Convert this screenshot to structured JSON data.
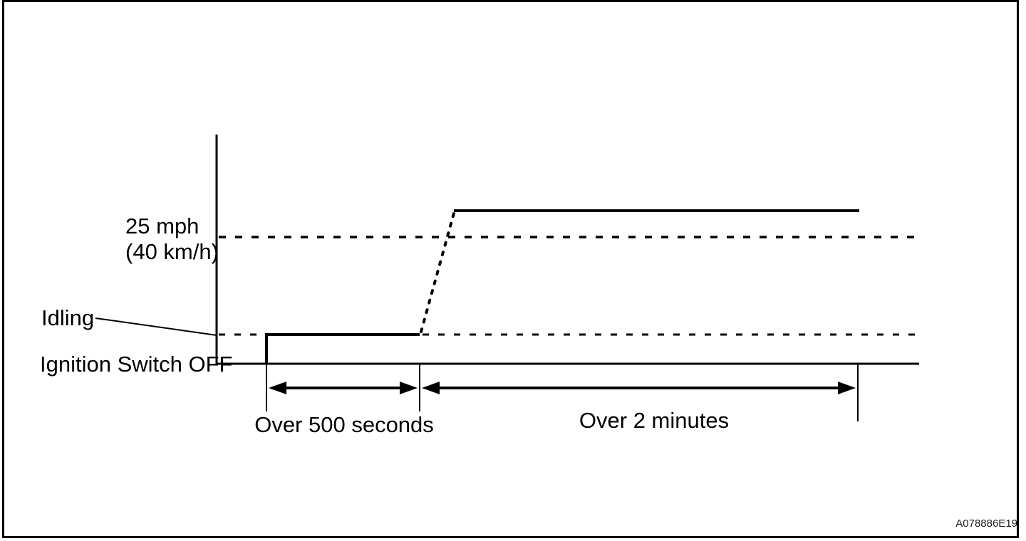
{
  "diagram": {
    "title_hint": "Drive pattern diagram",
    "speed_label_line1": "25 mph",
    "speed_label_line2": "(40 km/h)",
    "idling_label": "Idling",
    "ignition_label": "Ignition Switch OFF",
    "duration1_label": "Over 500 seconds",
    "duration2_label": "Over 2 minutes",
    "figure_code": "A078886E19",
    "colors": {
      "ink": "#000000",
      "background": "#ffffff"
    }
  }
}
